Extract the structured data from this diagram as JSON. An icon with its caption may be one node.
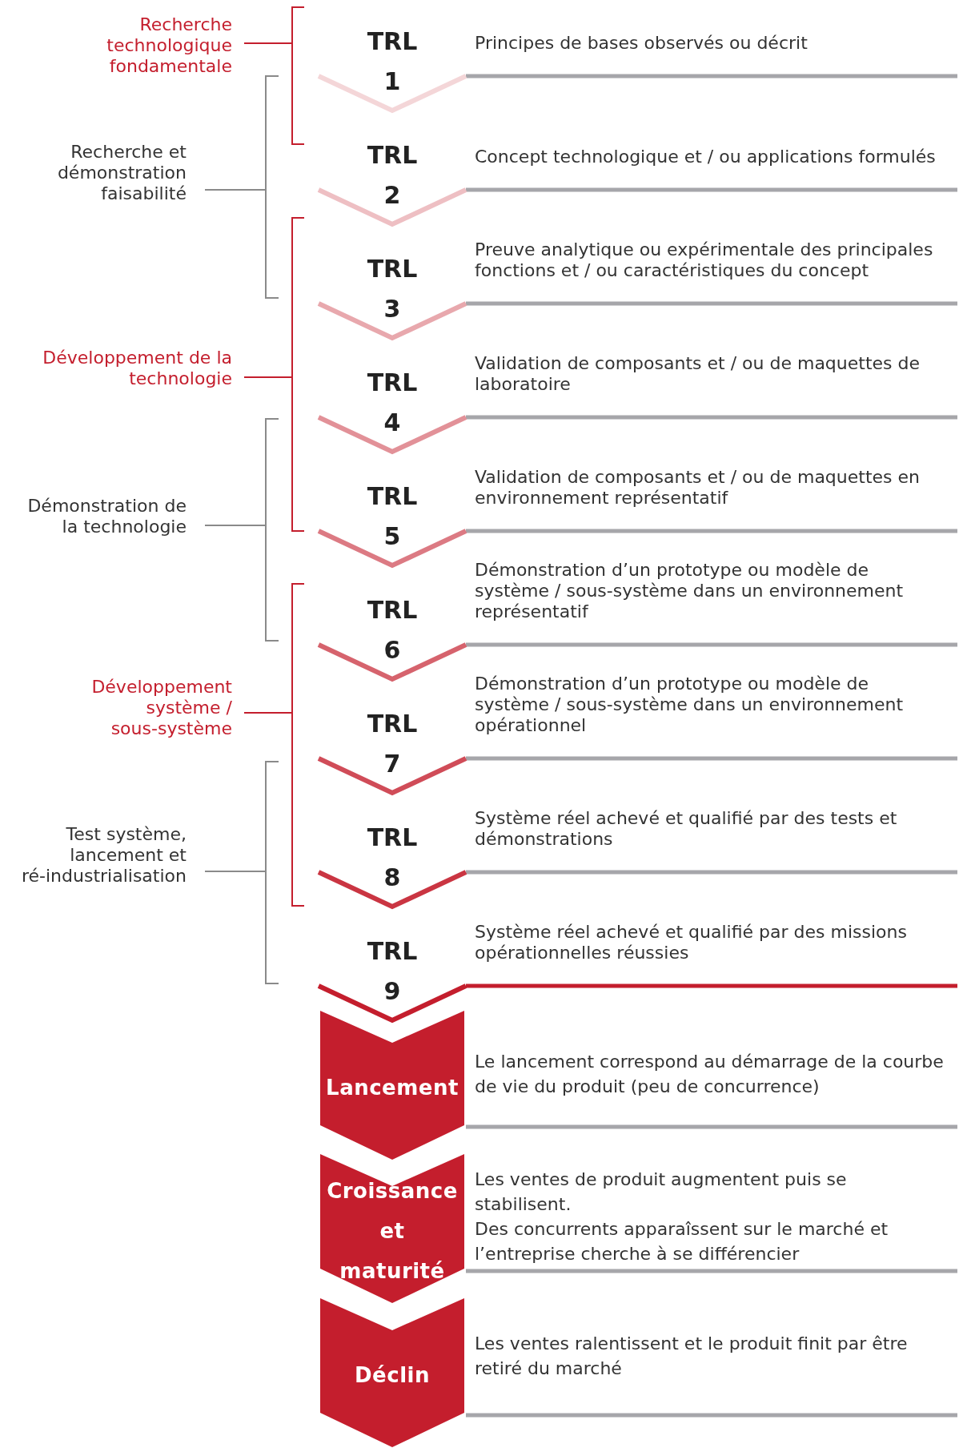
{
  "diagram": {
    "nodes": [
      {
        "text": [
          "Recherche technologique fondamentale"
        ]
      },
      {
        "text": [
          "Recherche et démonstration faisabilité"
        ]
      },
      {
        "text": [
          "Développement de la technologie"
        ]
      },
      {
        "text": [
          "Démonstration de la technologie"
        ]
      },
      {
        "text": [
          "Développement système / sous-système"
        ]
      },
      {
        "text": [
          "Test système, lancement et ré-industrialisation"
        ]
      },
      {
        "text": [
          "TRL",
          "1"
        ],
        "beside": [
          "Principes de bases observés ou décrit"
        ]
      },
      {
        "text": [
          "TRL",
          "2"
        ],
        "beside": [
          "Concept technologique et / ou applications formulés"
        ]
      },
      {
        "text": [
          "TRL",
          "3"
        ],
        "beside": [
          "Preuve analytique ou expérimentale des principales fonctions et / ou caractéristiques du concept"
        ]
      },
      {
        "text": [
          "TRL",
          "4"
        ],
        "beside": [
          "Validation de composants et / ou de maquettes de laboratoire"
        ]
      },
      {
        "text": [
          "TRL",
          "5"
        ],
        "beside": [
          "Validation de composants et / ou de maquettes en environnement représentatif"
        ]
      },
      {
        "text": [
          "TRL",
          "6"
        ],
        "beside": [
          "Démonstration d’un prototype ou modèle de système / sous-système dans un environnement représentatif"
        ]
      },
      {
        "text": [
          "TRL",
          "7"
        ],
        "beside": [
          "Démonstration d’un prototype ou modèle de système / sous-système dans un environnement opérationnel"
        ]
      },
      {
        "text": [
          "TRL",
          "8"
        ],
        "beside": [
          "Système réel achevé et qualifié par des tests et démonstrations"
        ]
      },
      {
        "text": [
          "TRL",
          "9"
        ],
        "beside": [
          "Système réel achevé et qualifié par des missions opérationnelles réussies"
        ]
      },
      {
        "text": [
          "Lancement"
        ],
        "beside": [
          "Le lancement correspond au démarrage de la courbe de vie du produit (peu de concurrence)"
        ]
      },
      {
        "text": [
          "Croissance et maturité"
        ],
        "beside": [
          "Les ventes de produit augmentent puis se stabilisent.",
          "Des concurrents apparaîssent sur le marché et l’entreprise cherche à se différencier"
        ]
      },
      {
        "text": [
          "Déclin"
        ],
        "beside": [
          "Les ventes ralentissent et le produit finit par être retiré du marché"
        ]
      }
    ]
  }
}
